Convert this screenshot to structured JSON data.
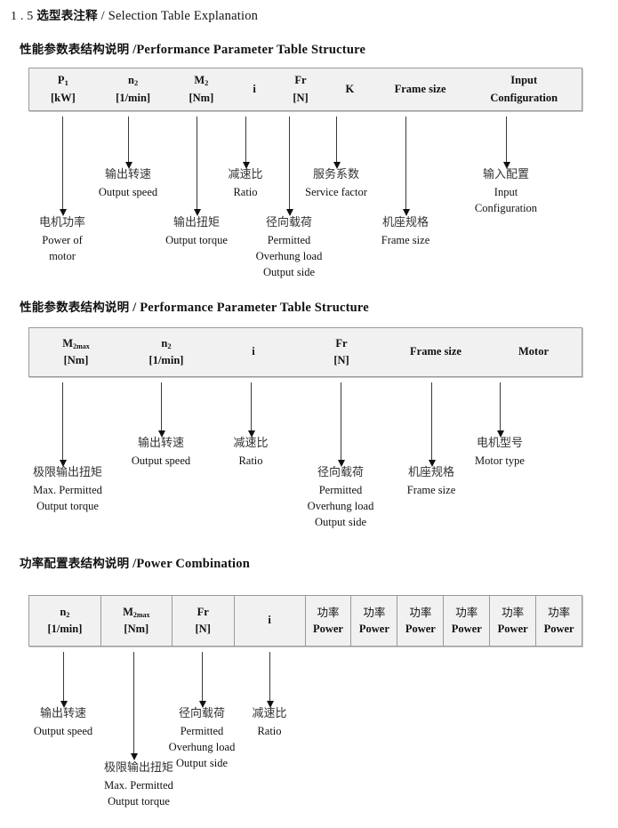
{
  "document": {
    "section_number": "1 . 5",
    "section_title_cn": "选型表注释",
    "section_title_sep": "/",
    "section_title_en": "Selection Table Explanation"
  },
  "sections": [
    {
      "heading_cn": "性能参数表结构说明",
      "heading_sep": "/",
      "heading_en": "Performance Parameter Table Structure",
      "table": {
        "columns": [
          {
            "symbol": "P",
            "sub": "1",
            "unit": "[kW]"
          },
          {
            "symbol": "n",
            "sub": "2",
            "unit": "[1/min]"
          },
          {
            "symbol": "M",
            "sub": "2",
            "unit": "[Nm]"
          },
          {
            "symbol": "i",
            "sub": "",
            "unit": ""
          },
          {
            "symbol": "Fr",
            "sub": "",
            "unit": "[N]"
          },
          {
            "symbol": "K",
            "sub": "",
            "unit": ""
          },
          {
            "symbol": "Frame size",
            "sub": "",
            "unit": ""
          },
          {
            "symbol": "Input",
            "sub": "",
            "unit": "Configuration"
          }
        ]
      },
      "annotations": [
        {
          "cn": "电机功率",
          "en": [
            "Power of",
            "motor"
          ]
        },
        {
          "cn": "输出转速",
          "en": [
            "Output speed"
          ]
        },
        {
          "cn": "输出扭矩",
          "en": [
            "Output torque"
          ]
        },
        {
          "cn": "减速比",
          "en": [
            "Ratio"
          ]
        },
        {
          "cn": "径向载荷",
          "en": [
            "Permitted",
            "Overhung load",
            "Output side"
          ]
        },
        {
          "cn": "服务系数",
          "en": [
            "Service factor"
          ]
        },
        {
          "cn": "机座规格",
          "en": [
            "Frame size"
          ]
        },
        {
          "cn": "输入配置",
          "en": [
            "Input",
            "Configuration"
          ]
        }
      ]
    },
    {
      "heading_cn": "性能参数表结构说明",
      "heading_sep": "/",
      "heading_en": "Performance Parameter Table Structure",
      "table": {
        "columns": [
          {
            "symbol": "M",
            "sub": "2max",
            "unit": "[Nm]"
          },
          {
            "symbol": "n",
            "sub": "2",
            "unit": "[1/min]"
          },
          {
            "symbol": "i",
            "sub": "",
            "unit": ""
          },
          {
            "symbol": "Fr",
            "sub": "",
            "unit": "[N]"
          },
          {
            "symbol": "Frame size",
            "sub": "",
            "unit": ""
          },
          {
            "symbol": "Motor",
            "sub": "",
            "unit": ""
          }
        ]
      },
      "annotations": [
        {
          "cn": "极限输出扭矩",
          "en": [
            "Max. Permitted",
            "Output  torque"
          ]
        },
        {
          "cn": "输出转速",
          "en": [
            "Output speed"
          ]
        },
        {
          "cn": "减速比",
          "en": [
            "Ratio"
          ]
        },
        {
          "cn": "径向载荷",
          "en": [
            "Permitted",
            "Overhung load",
            "Output side"
          ]
        },
        {
          "cn": "机座规格",
          "en": [
            "Frame size"
          ]
        },
        {
          "cn": "电机型号",
          "en": [
            "Motor type"
          ]
        }
      ]
    },
    {
      "heading_cn": "功率配置表结构说明",
      "heading_sep": "/",
      "heading_en": "Power Combination",
      "table": {
        "columns": [
          {
            "symbol": "n",
            "sub": "2",
            "unit": "[1/min]"
          },
          {
            "symbol": "M",
            "sub": "2max",
            "unit": "[Nm]"
          },
          {
            "symbol": "Fr",
            "sub": "",
            "unit": "[N]"
          },
          {
            "symbol": "i",
            "sub": "",
            "unit": ""
          },
          {
            "symbol": "功率",
            "sub": "",
            "unit": "Power"
          },
          {
            "symbol": "功率",
            "sub": "",
            "unit": "Power"
          },
          {
            "symbol": "功率",
            "sub": "",
            "unit": "Power"
          },
          {
            "symbol": "功率",
            "sub": "",
            "unit": "Power"
          },
          {
            "symbol": "功率",
            "sub": "",
            "unit": "Power"
          },
          {
            "symbol": "功率",
            "sub": "",
            "unit": "Power"
          }
        ]
      },
      "annotations": [
        {
          "cn": "输出转速",
          "en": [
            "Output speed"
          ]
        },
        {
          "cn": "极限输出扭矩",
          "en": [
            "Max. Permitted",
            "Output  torque"
          ]
        },
        {
          "cn": "径向载荷",
          "en": [
            "Permitted",
            "Overhung load",
            "Output side"
          ]
        },
        {
          "cn": "减速比",
          "en": [
            "Ratio"
          ]
        }
      ]
    }
  ],
  "colors": {
    "table_fill": "#f1f1f1",
    "table_border": "#9a9a9a",
    "arrow": "#111111",
    "text": "#111111"
  }
}
